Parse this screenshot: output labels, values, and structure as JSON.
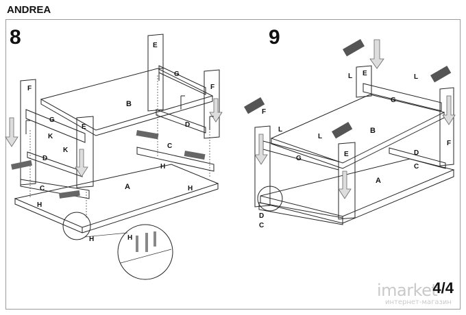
{
  "document": {
    "title": "ANDREA",
    "page": "4/4"
  },
  "steps": [
    {
      "number": "8",
      "labels": [
        "E",
        "G",
        "F",
        "B",
        "G",
        "E",
        "K",
        "K",
        "D",
        "D",
        "C",
        "H",
        "H",
        "A",
        "C",
        "H",
        "H",
        "H"
      ]
    },
    {
      "number": "9",
      "labels": [
        "E",
        "L",
        "L",
        "G",
        "F",
        "L",
        "B",
        "L",
        "G",
        "E",
        "D",
        "C",
        "A",
        "D",
        "C",
        "F"
      ]
    }
  ],
  "watermark": {
    "brand": "imarket",
    "subtitle": "интернет-магазин"
  }
}
